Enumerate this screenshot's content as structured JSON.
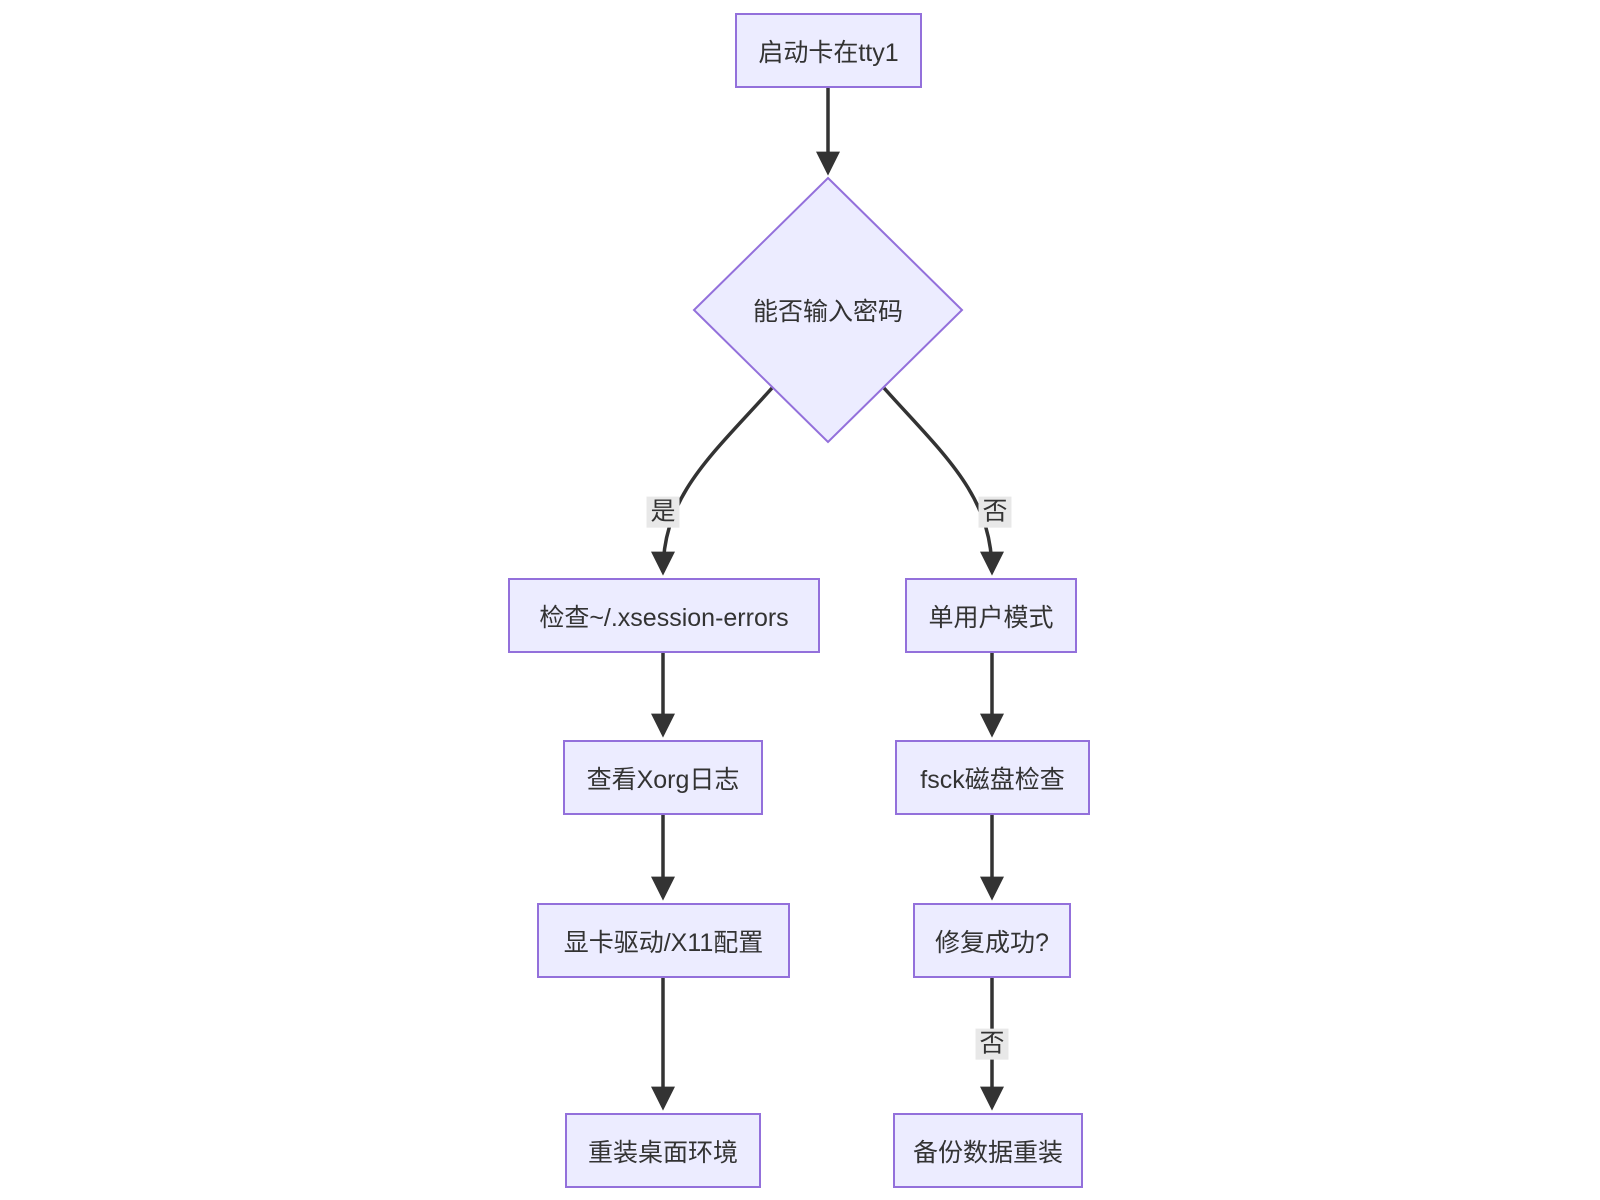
{
  "diagram": {
    "type": "flowchart",
    "direction": "top-down",
    "nodes": {
      "start": {
        "id": "start",
        "label": "启动卡在tty1",
        "shape": "rect"
      },
      "decision": {
        "id": "decision",
        "label": "能否输入密码",
        "shape": "diamond"
      },
      "l1": {
        "id": "l1",
        "label": "检查~/.xsession-errors",
        "shape": "rect"
      },
      "l2": {
        "id": "l2",
        "label": "查看Xorg日志",
        "shape": "rect"
      },
      "l3": {
        "id": "l3",
        "label": "显卡驱动/X11配置",
        "shape": "rect"
      },
      "l4": {
        "id": "l4",
        "label": "重装桌面环境",
        "shape": "rect"
      },
      "r1": {
        "id": "r1",
        "label": "单用户模式",
        "shape": "rect"
      },
      "r2": {
        "id": "r2",
        "label": "fsck磁盘检查",
        "shape": "rect"
      },
      "r3": {
        "id": "r3",
        "label": "修复成功?",
        "shape": "rect"
      },
      "r4": {
        "id": "r4",
        "label": "备份数据重装",
        "shape": "rect"
      }
    },
    "edges": [
      {
        "from": "start",
        "to": "decision",
        "label": ""
      },
      {
        "from": "decision",
        "to": "l1",
        "label": "是"
      },
      {
        "from": "decision",
        "to": "r1",
        "label": "否"
      },
      {
        "from": "l1",
        "to": "l2",
        "label": ""
      },
      {
        "from": "l2",
        "to": "l3",
        "label": ""
      },
      {
        "from": "l3",
        "to": "l4",
        "label": ""
      },
      {
        "from": "r1",
        "to": "r2",
        "label": ""
      },
      {
        "from": "r2",
        "to": "r3",
        "label": ""
      },
      {
        "from": "r3",
        "to": "r4",
        "label": "否"
      }
    ],
    "colors": {
      "node_fill": "#ECECFF",
      "node_border": "#9370DB",
      "edge": "#333333",
      "text": "#333333",
      "edge_label_bg": "#e8e8e8",
      "background": "#ffffff"
    }
  }
}
